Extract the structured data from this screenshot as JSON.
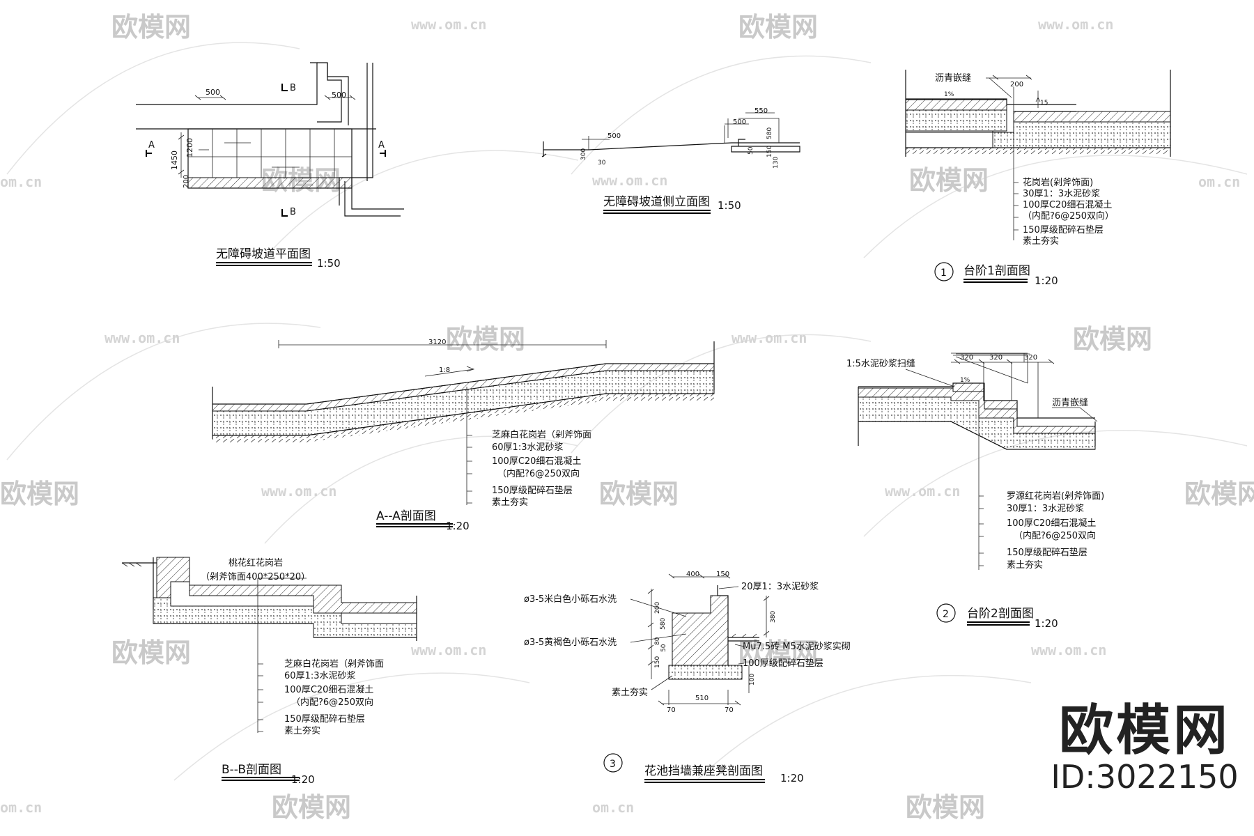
{
  "watermark": {
    "brand": "欧模网",
    "url": "www.om.cn",
    "url_fragment": "om.cn"
  },
  "branding": {
    "name": "欧模网",
    "id": "ID:3022150"
  },
  "ramp_plan": {
    "title": "无障碍坡道平面图",
    "scale": "1:50",
    "dims": [
      "500",
      "500",
      "1450",
      "1200",
      "200"
    ],
    "section_marks": [
      "A",
      "A",
      "B",
      "B"
    ]
  },
  "ramp_elevation": {
    "title": "无障碍坡道侧立面图",
    "scale": "1:50",
    "dims": [
      "550",
      "500",
      "500",
      "300",
      "580",
      "150",
      "130",
      "50",
      "30"
    ]
  },
  "step1": {
    "number": "1",
    "title": "台阶1剖面图",
    "scale": "1:20",
    "callout": "沥青嵌缝",
    "dims": [
      "200",
      "1%",
      "15"
    ],
    "layers": [
      "花岗岩(剁斧饰面)",
      "30厚1：3水泥砂浆",
      "100厚C20细石混凝土",
      "（内配?6@250双向）",
      "150厚级配碎石垫层",
      "素土夯实"
    ]
  },
  "section_aa": {
    "title": "A--A剖面图",
    "scale": "1:20",
    "dims": [
      "3120",
      "1:8"
    ],
    "layers": [
      "芝麻白花岗岩（剁斧饰面",
      "60厚1:3水泥砂浆",
      "100厚C20细石混凝土",
      "（内配?6@250双向",
      "150厚级配碎石垫层",
      "素土夯实"
    ]
  },
  "step2": {
    "number": "2",
    "title": "台阶2剖面图",
    "scale": "1:20",
    "callouts": [
      "1:5水泥砂浆扫缝",
      "沥青嵌缝"
    ],
    "dims": [
      "320",
      "320",
      "320",
      "1%"
    ],
    "layers": [
      "罗源红花岗岩(剁斧饰面)",
      "30厚1：3水泥砂浆",
      "100厚C20细石混凝土",
      "（内配?6@250双向",
      "150厚级配碎石垫层",
      "素土夯实"
    ]
  },
  "section_bb": {
    "title": "B--B剖面图",
    "scale": "1:20",
    "callout": [
      "桃花红花岗岩",
      "（剁斧饰面400*250*20）"
    ],
    "layers": [
      "芝麻白花岗岩（剁斧饰面",
      "60厚1:3水泥砂浆",
      "100厚C20细石混凝土",
      "（内配?6@250双向",
      "150厚级配碎石垫层",
      "素土夯实"
    ]
  },
  "planter": {
    "number": "3",
    "title": "花池挡墙兼座凳剖面图",
    "scale": "1:20",
    "dims_top": [
      "400",
      "150"
    ],
    "dims_bottom": [
      "70",
      "510",
      "70"
    ],
    "dims_side": [
      "200",
      "580",
      "80",
      "50",
      "150",
      "380",
      "100"
    ],
    "left_notes": [
      "ø3-5米白色小砾石水洗",
      "ø3-5黄褐色小砾石水洗",
      "素土夯实"
    ],
    "right_notes": [
      "20厚1：3水泥砂浆",
      "Mu7.5砖 M5水泥砂浆实砌",
      "100厚级配碎石垫层"
    ]
  }
}
